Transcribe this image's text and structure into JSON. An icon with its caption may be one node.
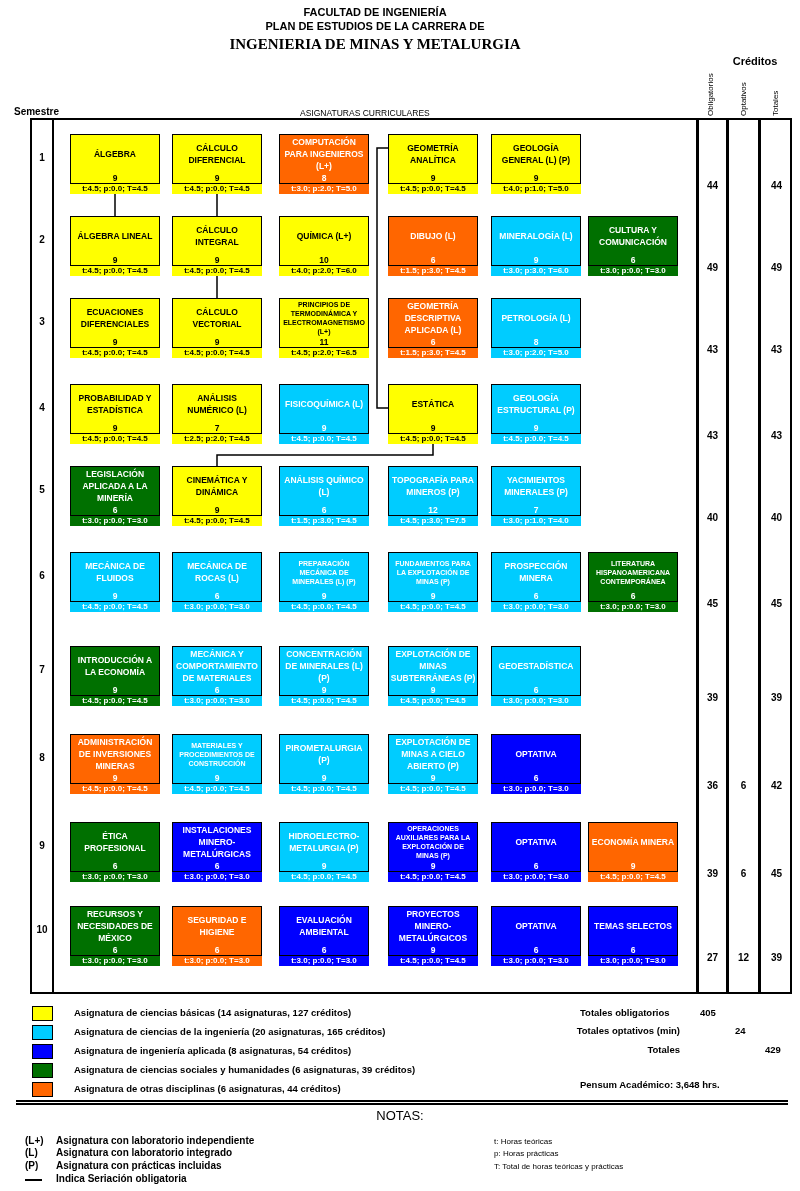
{
  "diagram": {
    "title": "INGENIERIA DE MINAS Y METALURGIA",
    "nodes": [
      {
        "text": [
          "ÁLGEBRA",
          "9"
        ],
        "beside": [
          "t:4.5; p:0.0; T=4.5"
        ]
      },
      {
        "text": [
          "CÁLCULO DIFERENCIAL",
          "9"
        ],
        "beside": [
          "t:4.5; p:0.0; T=4.5"
        ]
      },
      {
        "text": [
          "COMPUTACIÓN PARA INGENIEROS (L+)",
          "8"
        ],
        "beside": [
          "t:3.0; p:2.0; T=5.0"
        ]
      },
      {
        "text": [
          "GEOMETRÍA ANALÍTICA",
          "9"
        ],
        "beside": [
          "t:4.5; p:0.0; T=4.5"
        ]
      },
      {
        "text": [
          "GEOLOGÍA GENERAL (L) (P)",
          "9"
        ],
        "beside": [
          "t:4.0; p:1.0; T=5.0"
        ]
      },
      {
        "text": [
          "ÁLGEBRA LINEAL",
          "9"
        ],
        "beside": [
          "t:4.5; p:0.0; T=4.5"
        ]
      },
      {
        "text": [
          "CÁLCULO INTEGRAL",
          "9"
        ],
        "beside": [
          "t:4.5; p:0.0; T=4.5"
        ]
      },
      {
        "text": [
          "QUÍMICA (L+)",
          "10"
        ],
        "beside": [
          "t:4.0; p:2.0; T=6.0"
        ]
      },
      {
        "text": [
          "DIBUJO (L)",
          "6"
        ],
        "beside": [
          "t:1.5; p:3.0; T=4.5"
        ]
      },
      {
        "text": [
          "MINERALOGÍA (L)",
          "9"
        ],
        "beside": [
          "t:3.0; p:3.0; T=6.0"
        ]
      },
      {
        "text": [
          "CULTURA Y COMUNICACIÓN",
          "6"
        ],
        "beside": [
          "t:3.0; p:0.0; T=3.0"
        ]
      },
      {
        "text": [
          "ECUACIONES DIFERENCIALES",
          "9"
        ],
        "beside": [
          "t:4.5; p:0.0; T=4.5"
        ]
      },
      {
        "text": [
          "CÁLCULO VECTORIAL",
          "9"
        ],
        "beside": [
          "t:4.5; p:0.0; T=4.5"
        ]
      },
      {
        "text": [
          "PRINCIPIOS DE TERMODINÁMICA Y ELECTROMAGNETISMO (L+)",
          "11"
        ],
        "beside": [
          "t:4.5; p:2.0; T=6.5"
        ]
      },
      {
        "text": [
          "GEOMETRÍA DESCRIPTIVA APLICADA (L)",
          "6"
        ],
        "beside": [
          "t:1.5; p:3.0; T=4.5"
        ]
      },
      {
        "text": [
          "PETROLOGÍA (L)",
          "8"
        ],
        "beside": [
          "t:3.0; p:2.0; T=5.0"
        ]
      },
      {
        "text": [
          "PROBABILIDAD Y ESTADÍSTICA",
          "9"
        ],
        "beside": [
          "t:4.5; p:0.0; T=4.5"
        ]
      },
      {
        "text": [
          "ANÁLISIS NUMÉRICO (L)",
          "7"
        ],
        "beside": [
          "t:2.5; p:2.0; T=4.5"
        ]
      },
      {
        "text": [
          "FISICOQUÍMICA (L)",
          "9"
        ],
        "beside": [
          "t:4.5; p:0.0; T=4.5"
        ]
      },
      {
        "text": [
          "ESTÁTICA",
          "9"
        ],
        "beside": [
          "t:4.5; p:0.0; T=4.5"
        ]
      },
      {
        "text": [
          "GEOLOGÍA ESTRUCTURAL (P)",
          "9"
        ],
        "beside": [
          "t:4.5; p:0.0; T=4.5"
        ]
      },
      {
        "text": [
          "LEGISLACIÓN APLICADA A LA MINERÍA",
          "6"
        ],
        "beside": [
          "t:3.0; p:0.0; T=3.0"
        ]
      },
      {
        "text": [
          "CINEMÁTICA Y DINÁMICA",
          "9"
        ],
        "beside": [
          "t:4.5; p:0.0; T=4.5"
        ]
      },
      {
        "text": [
          "ANÁLISIS QUÍMICO (L)",
          "6"
        ],
        "beside": [
          "t:1.5; p:3.0; T=4.5"
        ]
      },
      {
        "text": [
          "TOPOGRAFÍA PARA MINEROS (P)",
          "12"
        ],
        "beside": [
          "t:4.5; p:3.0; T=7.5"
        ]
      },
      {
        "text": [
          "YACIMIENTOS MINERALES (P)",
          "7"
        ],
        "beside": [
          "t:3.0; p:1.0; T=4.0"
        ]
      },
      {
        "text": [
          "MECÁNICA DE FLUIDOS",
          "9"
        ],
        "beside": [
          "t:4.5; p:0.0; T=4.5"
        ]
      },
      {
        "text": [
          "MECÁNICA DE ROCAS (L)",
          "6"
        ],
        "beside": [
          "t:3.0; p:0.0; T=3.0"
        ]
      },
      {
        "text": [
          "PREPARACIÓN MECÁNICA DE MINERALES (L) (P)",
          "9"
        ],
        "beside": [
          "t:4.5; p:0.0; T=4.5"
        ]
      },
      {
        "text": [
          "FUNDAMENTOS PARA LA EXPLOTACIÓN DE MINAS (P)",
          "9"
        ],
        "beside": [
          "t:4.5; p:0.0; T=4.5"
        ]
      },
      {
        "text": [
          "PROSPECCIÓN MINERA",
          "6"
        ],
        "beside": [
          "t:3.0; p:0.0; T=3.0"
        ]
      },
      {
        "text": [
          "LITERATURA HISPANOAMERICANA CONTEMPORÁNEA",
          "6"
        ],
        "beside": [
          "t:3.0; p:0.0; T=3.0"
        ]
      },
      {
        "text": [
          "INTRODUCCIÓN A LA ECONOMÍA",
          "9"
        ],
        "beside": [
          "t:4.5; p:0.0; T=4.5"
        ]
      },
      {
        "text": [
          "MECÁNICA Y COMPORTAMIENTO DE MATERIALES",
          "6"
        ],
        "beside": [
          "t:3.0; p:0.0; T=3.0"
        ]
      },
      {
        "text": [
          "CONCENTRACIÓN DE MINERALES (L) (P)",
          "9"
        ],
        "beside": [
          "t:4.5; p:0.0; T=4.5"
        ]
      },
      {
        "text": [
          "EXPLOTACIÓN DE MINAS SUBTERRÁNEAS (P)",
          "9"
        ],
        "beside": [
          "t:4.5; p:0.0; T=4.5"
        ]
      },
      {
        "text": [
          "GEOESTADÍSTICA",
          "6"
        ],
        "beside": [
          "t:3.0; p:0.0; T=3.0"
        ]
      },
      {
        "text": [
          "ADMINISTRACIÓN DE INVERSIONES MINERAS",
          "9"
        ],
        "beside": [
          "t:4.5; p:0.0; T=4.5"
        ]
      },
      {
        "text": [
          "MATERIALES Y PROCEDIMIENTOS DE CONSTRUCCIÓN",
          "9"
        ],
        "beside": [
          "t:4.5; p:0.0; T=4.5"
        ]
      },
      {
        "text": [
          "PIROMETALURGIA (P)",
          "9"
        ],
        "beside": [
          "t:4.5; p:0.0; T=4.5"
        ]
      },
      {
        "text": [
          "EXPLOTACIÓN DE MINAS A CIELO ABIERTO (P)",
          "9"
        ],
        "beside": [
          "t:4.5; p:0.0; T=4.5"
        ]
      },
      {
        "text": [
          "OPTATIVA",
          "6"
        ],
        "beside": [
          "t:3.0; p:0.0; T=3.0"
        ]
      },
      {
        "text": [
          "ÉTICA PROFESIONAL",
          "6"
        ],
        "beside": [
          "t:3.0; p:0.0; T=3.0"
        ]
      },
      {
        "text": [
          "INSTALACIONES MINERO-METALÚRGICAS",
          "6"
        ],
        "beside": [
          "t:3.0; p:0.0; T=3.0"
        ]
      },
      {
        "text": [
          "HIDROELECTRO-METALURGIA (P)",
          "9"
        ],
        "beside": [
          "t:4.5; p:0.0; T=4.5"
        ]
      },
      {
        "text": [
          "OPERACIONES AUXILIARES PARA LA EXPLOTACIÓN DE MINAS (P)",
          "9"
        ],
        "beside": [
          "t:4.5; p:0.0; T=4.5"
        ]
      },
      {
        "text": [
          "OPTATIVA",
          "6"
        ],
        "beside": [
          "t:3.0; p:0.0; T=3.0"
        ]
      },
      {
        "text": [
          "ECONOMÍA MINERA",
          "9"
        ],
        "beside": [
          "t:4.5; p:0.0; T=4.5"
        ]
      },
      {
        "text": [
          "RECURSOS Y NECESIDADES DE MÉXICO",
          "6"
        ],
        "beside": [
          "t:3.0; p:0.0; T=3.0"
        ]
      },
      {
        "text": [
          "SEGURIDAD E HIGIENE",
          "6"
        ],
        "beside": [
          "t:3.0; p:0.0; T=3.0"
        ]
      },
      {
        "text": [
          "EVALUACIÓN AMBIENTAL",
          "6"
        ],
        "beside": [
          "t:3.0; p:0.0; T=3.0"
        ]
      },
      {
        "text": [
          "PROYECTOS MINERO-METALÚRGICOS",
          "9"
        ],
        "beside": [
          "t:4.5; p:0.0; T=4.5"
        ]
      },
      {
        "text": [
          "OPTATIVA",
          "6"
        ],
        "beside": [
          "t:3.0; p:0.0; T=3.0"
        ]
      },
      {
        "text": [
          "TEMAS SELECTOS",
          "6"
        ],
        "beside": [
          "t:3.0; p:0.0; T=3.0"
        ]
      }
    ],
    "edges": [
      {
        "from": 0,
        "to": 5,
        "arrow": "none"
      },
      {
        "from": 1,
        "to": 6,
        "arrow": "none"
      },
      {
        "from": 6,
        "to": 12,
        "arrow": "none"
      },
      {
        "from": 3,
        "to": 19,
        "arrow": "none"
      },
      {
        "from": 19,
        "to": 22,
        "arrow": "none"
      }
    ],
    "labels": [
      "FACULTAD DE INGENIERÍA",
      "PLAN DE ESTUDIOS DE LA CARRERA DE",
      "Créditos",
      "Obligatorios",
      "Optativos",
      "Totales",
      "Semestre",
      "ASIGNATURAS CURRICULARES",
      "1",
      "44",
      "44",
      "2",
      "49",
      "49",
      "3",
      "43",
      "43",
      "4",
      "43",
      "43",
      "5",
      "40",
      "40",
      "6",
      "45",
      "45",
      "7",
      "39",
      "39",
      "8",
      "36",
      "6",
      "42",
      "9",
      "39",
      "6",
      "45",
      "10",
      "27",
      "12",
      "39",
      "Totales obligatorios",
      "405",
      "Totales optativos (min)",
      "24",
      "Totales",
      "429",
      "Pensum Académico: 3,648 hrs.",
      "NOTAS:",
      "(L+)",
      "Asignatura con laboratorio independiente",
      "t: Horas teóricas",
      "(L)",
      "Asignatura con laboratorio integrado",
      "p: Horas prácticas",
      "(P)",
      "Asignatura con prácticas incluidas",
      "T: Total de horas teóricas y prácticas"
    ],
    "legend": [
      {
        "text": "Asignatura de ciencias básicas (14 asignaturas, 127 créditos)",
        "color": "#ffff00"
      },
      {
        "text": "Asignatura de ciencias de la ingeniería (20 asignaturas, 165 créditos)",
        "color": "#00ccff"
      },
      {
        "text": "Asignatura de ingeniería aplicada (8 asignaturas, 54 créditos)",
        "color": "#0000ff"
      },
      {
        "text": "Asignatura de ciencias sociales y humanidades (6 asignaturas, 39 créditos)",
        "color": "#007000"
      },
      {
        "text": "Asignatura de otras disciplinas (6 asignaturas, 44 créditos)",
        "color": "#ff6600"
      },
      {
        "text": "Indica Seriación obligatoria"
      }
    ]
  }
}
